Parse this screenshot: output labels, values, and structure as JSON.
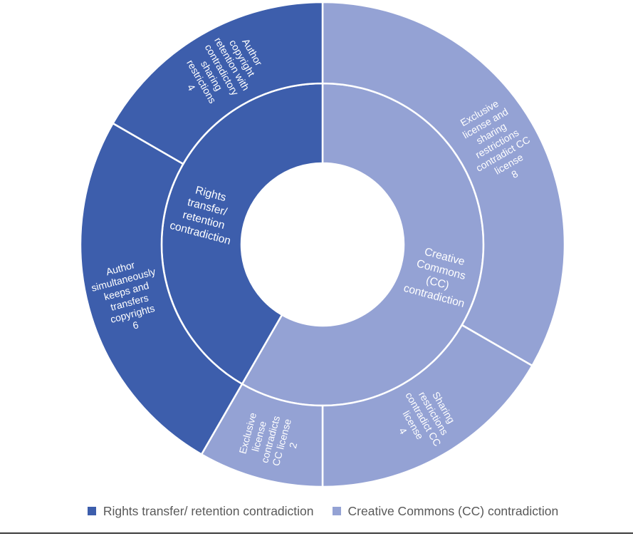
{
  "chart_data": {
    "type": "sunburst",
    "title": "",
    "total": 24,
    "start_angle_deg": 0,
    "direction": "clockwise",
    "background": "#FFFFFF",
    "separator_color": "#FFFFFF",
    "label_color": "#FFFFFF",
    "colors": {
      "rights": "#3D5EAC",
      "cc": "#94A2D4"
    },
    "geometry": {
      "cx": 453,
      "cy": 343,
      "hole_radius": 114,
      "mid_radius": 226,
      "outer_radius": 340
    },
    "series": [
      {
        "name": "Creative Commons (CC) contradiction",
        "value": 14,
        "children": [
          {
            "label": "Exclusive license and sharing restrictions contradict CC license",
            "value": 8
          },
          {
            "label": "Sharing restrictions contradict CC license",
            "value": 4
          },
          {
            "label": "Exclusive license contradicts CC license",
            "value": 2
          }
        ]
      },
      {
        "name": "Rights transfer/ retention contradiction",
        "value": 10,
        "children": [
          {
            "label": "Author simultaneously keeps and transfers copyrights",
            "value": 6
          },
          {
            "label": "Author copyright retention with contradictory sharing restrictions",
            "value": 4
          }
        ]
      }
    ],
    "rings": [
      {
        "name": "inner",
        "inner_radius": 114,
        "outer_radius": 226,
        "label_radius": 170,
        "font_size": 15.5,
        "line_height": 19,
        "segments": [
          {
            "id": "cc-inner",
            "category": "cc",
            "value": 14,
            "label_lines": [
              "Creative",
              "Commons",
              "(CC)",
              "contradiction"
            ]
          },
          {
            "id": "rights-inner",
            "category": "rights",
            "value": 10,
            "label_lines": [
              "Rights",
              "transfer/",
              "retention",
              "contradiction"
            ]
          }
        ]
      },
      {
        "name": "outer",
        "inner_radius": 226,
        "outer_radius": 340,
        "label_radius": 283,
        "font_size": 14,
        "line_height": 16.5,
        "segments": [
          {
            "id": "exclusive-and-sharing-8",
            "category": "cc",
            "value": 8,
            "label_lines": [
              "Exclusive",
              "license and",
              "sharing",
              "restrictions",
              "contradict CC",
              "license",
              "8"
            ]
          },
          {
            "id": "sharing-restrictions-4",
            "category": "cc",
            "value": 4,
            "label_lines": [
              "Sharing",
              "restrictions",
              "contradict CC",
              "license",
              "4"
            ]
          },
          {
            "id": "exclusive-contradicts-2",
            "category": "cc",
            "value": 2,
            "label_lines": [
              "Exclusive",
              "license",
              "contradicts",
              "CC license",
              "2"
            ]
          },
          {
            "id": "author-keeps-transfers-6",
            "category": "rights",
            "value": 6,
            "label_lines": [
              "Author",
              "simultaneously",
              "keeps and",
              "transfers",
              "copyrights",
              "6"
            ]
          },
          {
            "id": "author-retention-4",
            "category": "rights",
            "value": 4,
            "label_lines": [
              "Author",
              "copyright",
              "retention with",
              "contradictory",
              "sharing",
              "restrictions",
              "4"
            ]
          }
        ]
      }
    ],
    "legend_position": "bottom"
  },
  "legend": {
    "items": [
      {
        "label": "Rights transfer/ retention contradiction",
        "color_key": "rights"
      },
      {
        "label": "Creative Commons (CC) contradiction",
        "color_key": "cc"
      }
    ]
  },
  "footer": {
    "divider_color": "#3B3B3B"
  }
}
